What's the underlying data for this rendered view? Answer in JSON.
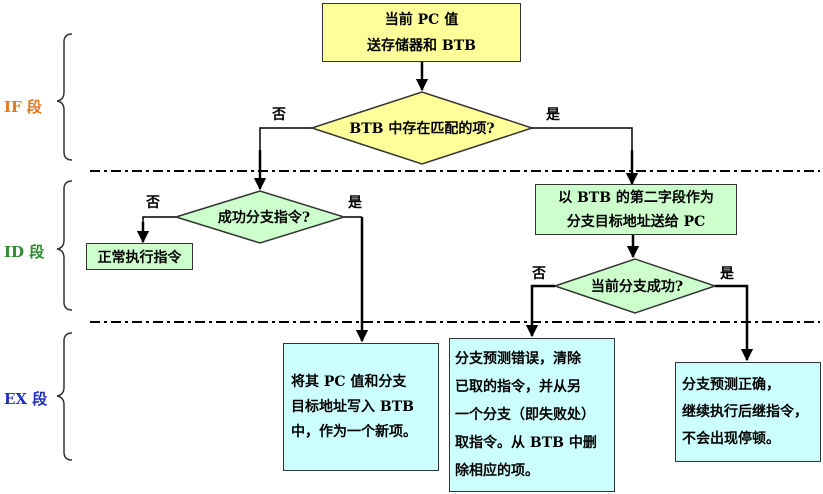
{
  "stages": [
    {
      "label": "IF 段",
      "color": "#e07a1f"
    },
    {
      "label": "ID 段",
      "color": "#2e8b2e"
    },
    {
      "label": "EX 段",
      "color": "#1f2fbf"
    }
  ],
  "colors": {
    "yellow_fill": "#ffff99",
    "green_fill": "#ccffcc",
    "cyan_fill": "#ccffff",
    "line": "#000000"
  },
  "nodes": {
    "start": {
      "lines": [
        "当前 PC 值",
        "送存储器和 BTB"
      ]
    },
    "decision_btb": {
      "text": "BTB 中存在匹配的项?",
      "no": "否",
      "yes": "是"
    },
    "decision_branch": {
      "text": "成功分支指令?",
      "no": "否",
      "yes": "是"
    },
    "normal_exec": {
      "text": "正常执行指令"
    },
    "send_target": {
      "lines": [
        "以 BTB 的第二字段作为",
        "分支目标地址送给 PC"
      ]
    },
    "decision_success": {
      "text": "当前分支成功?",
      "no": "否",
      "yes": "是"
    },
    "write_btb": {
      "lines": [
        "将其 PC 值和分支",
        "目标地址写入 BTB",
        "中，作为一个新项。"
      ]
    },
    "mispredict": {
      "lines": [
        "分支预测错误，清除",
        "已取的指令，并从另",
        "一个分支（即失败处）",
        "取指令。从 BTB 中删",
        "除相应的项。"
      ]
    },
    "correct": {
      "lines": [
        "分支预测正确，",
        "继续执行后继指令，",
        "不会出现停顿。"
      ]
    }
  }
}
